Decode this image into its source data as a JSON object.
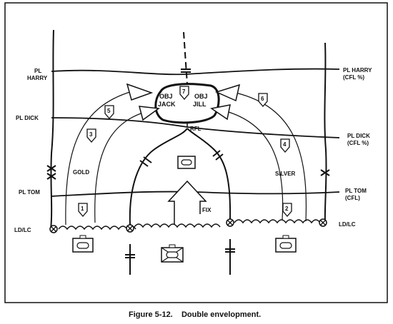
{
  "phase_lines": [
    {
      "id": "harry",
      "left_label": [
        "PL",
        "HARRY"
      ],
      "right_label": [
        "PL HARRY",
        "(CFL %)"
      ]
    },
    {
      "id": "dick",
      "left_label": [
        "PL DICK"
      ],
      "right_label": [
        "PL DICK",
        "(CFL %)"
      ]
    },
    {
      "id": "tom",
      "left_label": [
        "PL TOM"
      ],
      "right_label": [
        "PL TOM",
        "(CFL)"
      ]
    }
  ],
  "departure": {
    "left": "LD/LC",
    "right": "LD/LC"
  },
  "objectives": [
    "OBJ",
    "JACK",
    "OBJ",
    "JILL",
    "7"
  ],
  "rfl": "RFL",
  "forces": {
    "gold": "GOLD",
    "silver": "SILVER",
    "fix": "FIX"
  },
  "markers": [
    "1",
    "2",
    "3",
    "4",
    "5",
    "6"
  ],
  "caption": "Figure 5-12.    Double envelopment."
}
